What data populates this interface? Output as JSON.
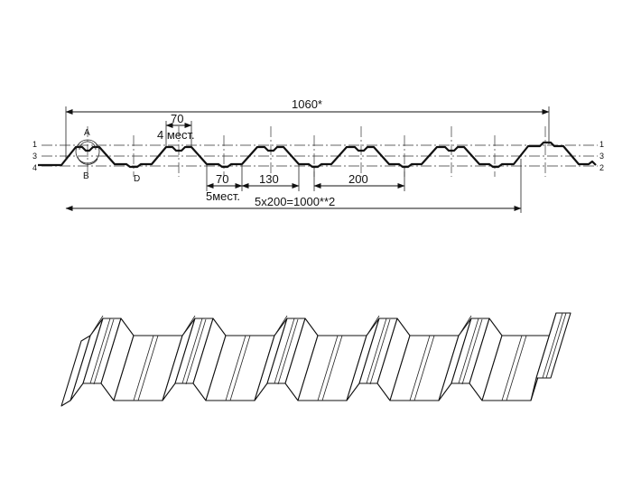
{
  "dimensions": {
    "overall_width": "1060*",
    "crest_width": "70",
    "crest_note": "4 мест.",
    "valley_width": "70",
    "valley_note": "5мест.",
    "slope_span": "130",
    "pitch": "200",
    "cover_width": "5x200=1000**2"
  },
  "reference_lines": {
    "left": [
      "1",
      "3",
      "4"
    ],
    "right": [
      "1",
      "3",
      "2"
    ]
  },
  "detail_labels": {
    "a": "A",
    "b": "B",
    "d": "D"
  }
}
